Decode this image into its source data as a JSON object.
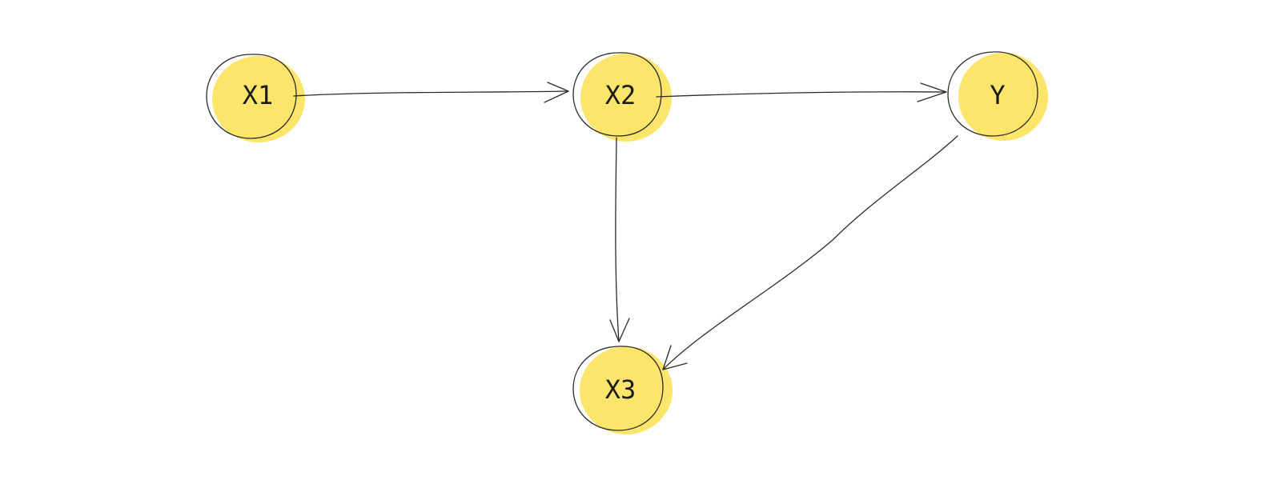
{
  "colors": {
    "node_fill": "#fde46a",
    "stroke": "#2a2a2a",
    "background": "#ffffff"
  },
  "nodes": {
    "x1": {
      "label": "X1"
    },
    "x2": {
      "label": "X2"
    },
    "y": {
      "label": "Y"
    },
    "x3": {
      "label": "X3"
    }
  },
  "edges": [
    {
      "from": "X1",
      "to": "X2"
    },
    {
      "from": "X2",
      "to": "Y"
    },
    {
      "from": "X2",
      "to": "X3"
    },
    {
      "from": "Y",
      "to": "X3"
    }
  ]
}
